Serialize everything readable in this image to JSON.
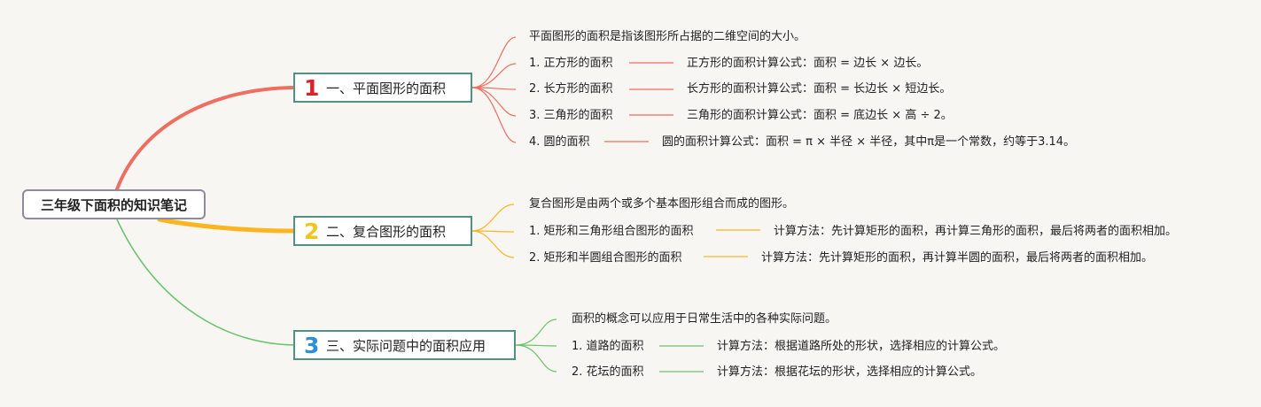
{
  "root": {
    "label": "三年级下面积的知识笔记"
  },
  "colors": {
    "branch1": "#ee6e60",
    "branch2": "#fbb520",
    "branch3": "#6cc36a",
    "nodeBorder": "#4f9184",
    "rootBorder": "#8c8c9c"
  },
  "branches": [
    {
      "number": "1",
      "numberColor": "#d8232f",
      "label": "一、平面图形的面积",
      "intro": "平面图形的面积是指该图形所占据的二维空间的大小。",
      "items": [
        {
          "title": "1. 正方形的面积",
          "detail": "正方形的面积计算公式：面积 = 边长 × 边长。"
        },
        {
          "title": "2. 长方形的面积",
          "detail": "长方形的面积计算公式：面积 = 长边长 × 短边长。"
        },
        {
          "title": "3. 三角形的面积",
          "detail": "三角形的面积计算公式：面积 = 底边长 × 高 ÷ 2。"
        },
        {
          "title": "4. 圆的面积",
          "detail": "圆的面积计算公式：面积 = π × 半径 × 半径，其中π是一个常数，约等于3.14。"
        }
      ]
    },
    {
      "number": "2",
      "numberColor": "#f3c41a",
      "label": "二、复合图形的面积",
      "intro": "复合图形是由两个或多个基本图形组合而成的图形。",
      "items": [
        {
          "title": "1. 矩形和三角形组合图形的面积",
          "detail": "计算方法：先计算矩形的面积，再计算三角形的面积，最后将两者的面积相加。"
        },
        {
          "title": "2. 矩形和半圆组合图形的面积",
          "detail": "计算方法：先计算矩形的面积，再计算半圆的面积，最后将两者的面积相加。"
        }
      ]
    },
    {
      "number": "3",
      "numberColor": "#2a8fd8",
      "label": "三、实际问题中的面积应用",
      "intro": "面积的概念可以应用于日常生活中的各种实际问题。",
      "items": [
        {
          "title": "1. 道路的面积",
          "detail": "计算方法：根据道路所处的形状，选择相应的计算公式。"
        },
        {
          "title": "2. 花坛的面积",
          "detail": "计算方法：根据花坛的形状，选择相应的计算公式。"
        }
      ]
    }
  ]
}
